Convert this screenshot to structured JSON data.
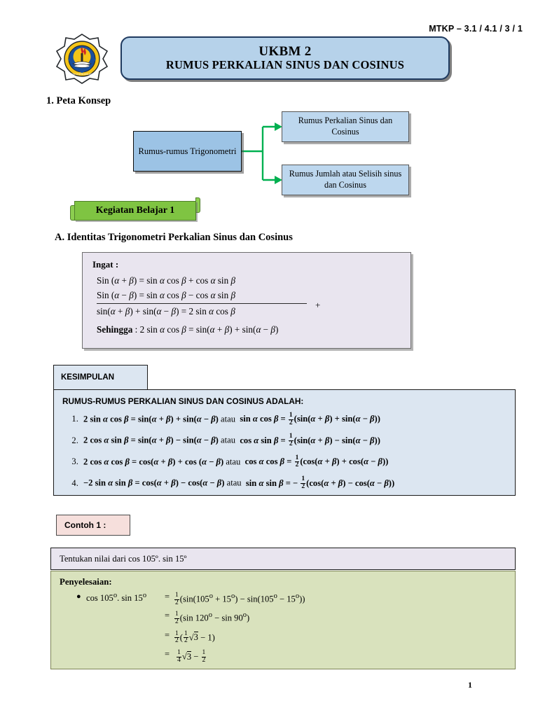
{
  "header": {
    "code": "MTKP – 3.1 / 4.1 / 3 / 1",
    "logo_name": "school-emblem",
    "title_line1": "UKBM 2",
    "title_line2": "RUMUS PERKALIAN SINUS DAN COSINUS"
  },
  "section1": {
    "heading": "1.  Peta Konsep",
    "map": {
      "main_node": "Rumus-rumus Trigonometri",
      "branch_top": "Rumus  Perkalian Sinus dan Cosinus",
      "branch_bottom": "Rumus Jumlah atau Selisih sinus dan Cosinus"
    }
  },
  "activity": {
    "banner": "Kegiatan Belajar 1",
    "section_a": "A.  Identitas Trigonometri Perkalian Sinus dan Cosinus"
  },
  "ingat": {
    "heading": "Ingat :",
    "line1": "Sin (α + β) = sin α cos β + cos α sin β",
    "line2": "Sin (α − β) = sin α cos β − cos α sin β",
    "line3": "sin(α + β) + sin(α − β) = 2 sin α cos β",
    "operator": "+",
    "line4": "Sehingga : 2 sin α cos β = sin(α + β) + sin(α − β)"
  },
  "kesimpulan": {
    "tab": "KESIMPULAN",
    "heading": "RUMUS-RUMUS PERKALIAN SINUS DAN COSINUS ADALAH:",
    "rules": [
      "2 sin α cos β = sin(α + β) + sin(α − β) atau  sin α cos β = ½(sin(α + β) + sin(α − β))",
      "2 cos α sin β = sin(α + β) − sin(α − β) atau  cos α sin β = ½(sin(α + β) − sin(α − β))",
      "2 cos α cos β = cos(α + β) + cos (α − β) atau  cos α cos β = ½(cos(α + β) + cos(α − β))",
      "−2 sin α sin β = cos(α + β) − cos(α − β) atau  sin α sin β = −½(cos(α + β) − cos(α − β))"
    ]
  },
  "contoh": {
    "tab": "Contoh 1 :",
    "question": "Tentukan nilai dari cos 105º. sin 15º",
    "solution_heading": "Penyelesaian:",
    "steps": [
      {
        "lhs": "cos 105º. sin 15º",
        "eq": "=",
        "rhs": "½(sin(105º + 15º) − sin(105º − 15º))"
      },
      {
        "lhs": "",
        "eq": "=",
        "rhs": "½(sin 120º − sin 90º)"
      },
      {
        "lhs": "",
        "eq": "=",
        "rhs": "½(½√3 − 1)"
      },
      {
        "lhs": "",
        "eq": "=",
        "rhs": "¼√3 − ½"
      }
    ]
  },
  "footer": {
    "page_number": "1"
  },
  "colors": {
    "title_box": "#b6d2ea",
    "map_main": "#9cc3e5",
    "map_branch": "#bdd7ee",
    "banner_green": "#7fc442",
    "connector_green": "#00b050",
    "ingat_lavender": "#e9e5ef",
    "kesimpulan_blue": "#dce6f1",
    "contoh_pink": "#f6dfdc",
    "solution_green": "#d9e2bd"
  }
}
